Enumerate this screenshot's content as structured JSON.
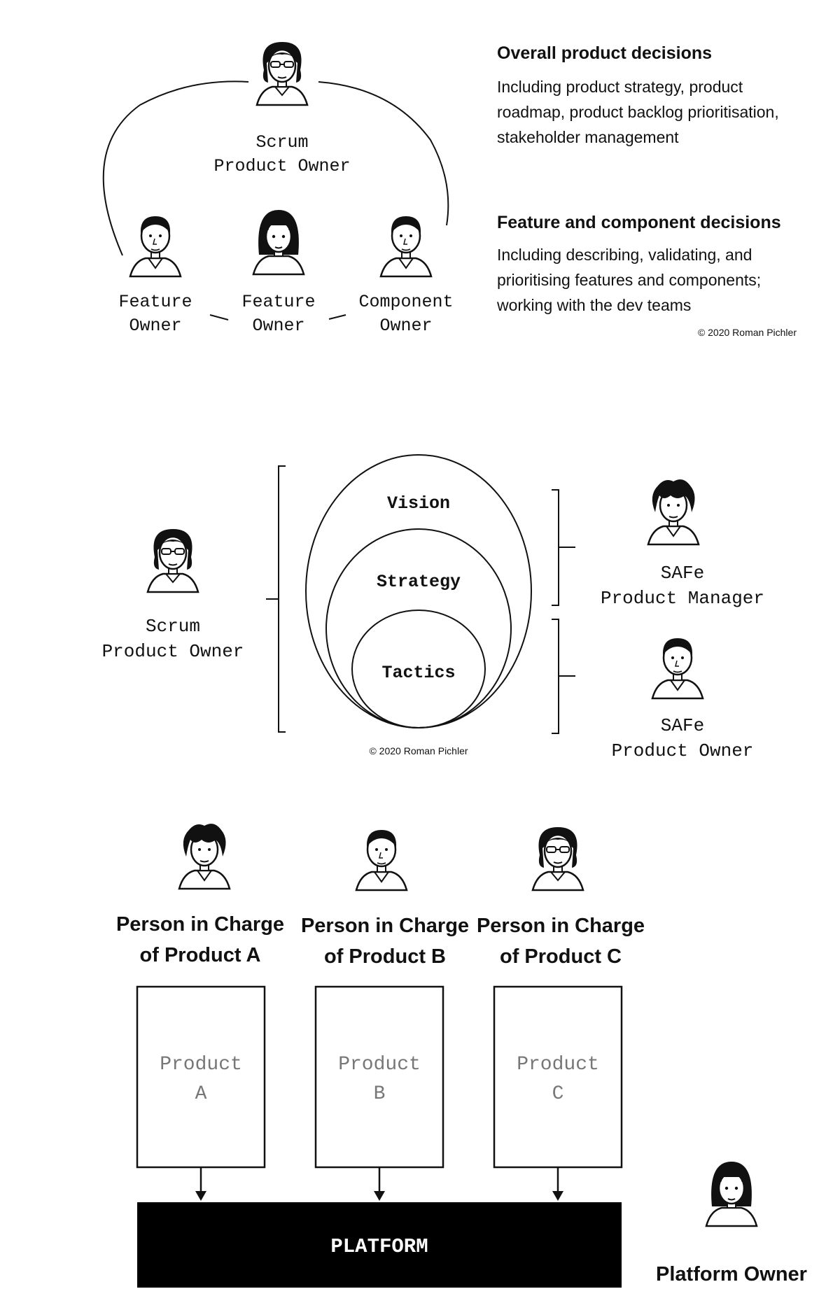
{
  "panel1": {
    "top_person": {
      "line1": "Scrum",
      "line2": "Product Owner"
    },
    "people": [
      {
        "line1": "Feature",
        "line2": "Owner"
      },
      {
        "line1": "Feature",
        "line2": "Owner"
      },
      {
        "line1": "Component",
        "line2": "Owner"
      }
    ],
    "overall": {
      "heading": "Overall product decisions",
      "lines": [
        "Including product strategy, product",
        "roadmap, product backlog prioritisation,",
        "stakeholder management"
      ]
    },
    "feature": {
      "heading": "Feature and component decisions",
      "lines": [
        "Including describing, validating, and",
        "prioritising features and components;",
        "working with the dev teams"
      ]
    },
    "copyright": "© 2020 Roman Pichler"
  },
  "panel2": {
    "left_person": {
      "line1": "Scrum",
      "line2": "Product Owner"
    },
    "circles": [
      "Vision",
      "Strategy",
      "Tactics"
    ],
    "right_top": {
      "line1": "SAFe",
      "line2": "Product Manager"
    },
    "right_bottom": {
      "line1": "SAFe",
      "line2": "Product Owner"
    },
    "copyright": "© 2020 Roman Pichler"
  },
  "panel3": {
    "persons": [
      {
        "line1": "Person in Charge",
        "line2": "of Product A"
      },
      {
        "line1": "Person in Charge",
        "line2": "of Product B"
      },
      {
        "line1": "Person in Charge",
        "line2": "of Product C"
      }
    ],
    "products": [
      {
        "line1": "Product",
        "line2": "A"
      },
      {
        "line1": "Product",
        "line2": "B"
      },
      {
        "line1": "Product",
        "line2": "C"
      }
    ],
    "platform": "PLATFORM",
    "platform_owner": "Platform Owner"
  },
  "icons": {
    "person": "person-portrait-icon"
  }
}
